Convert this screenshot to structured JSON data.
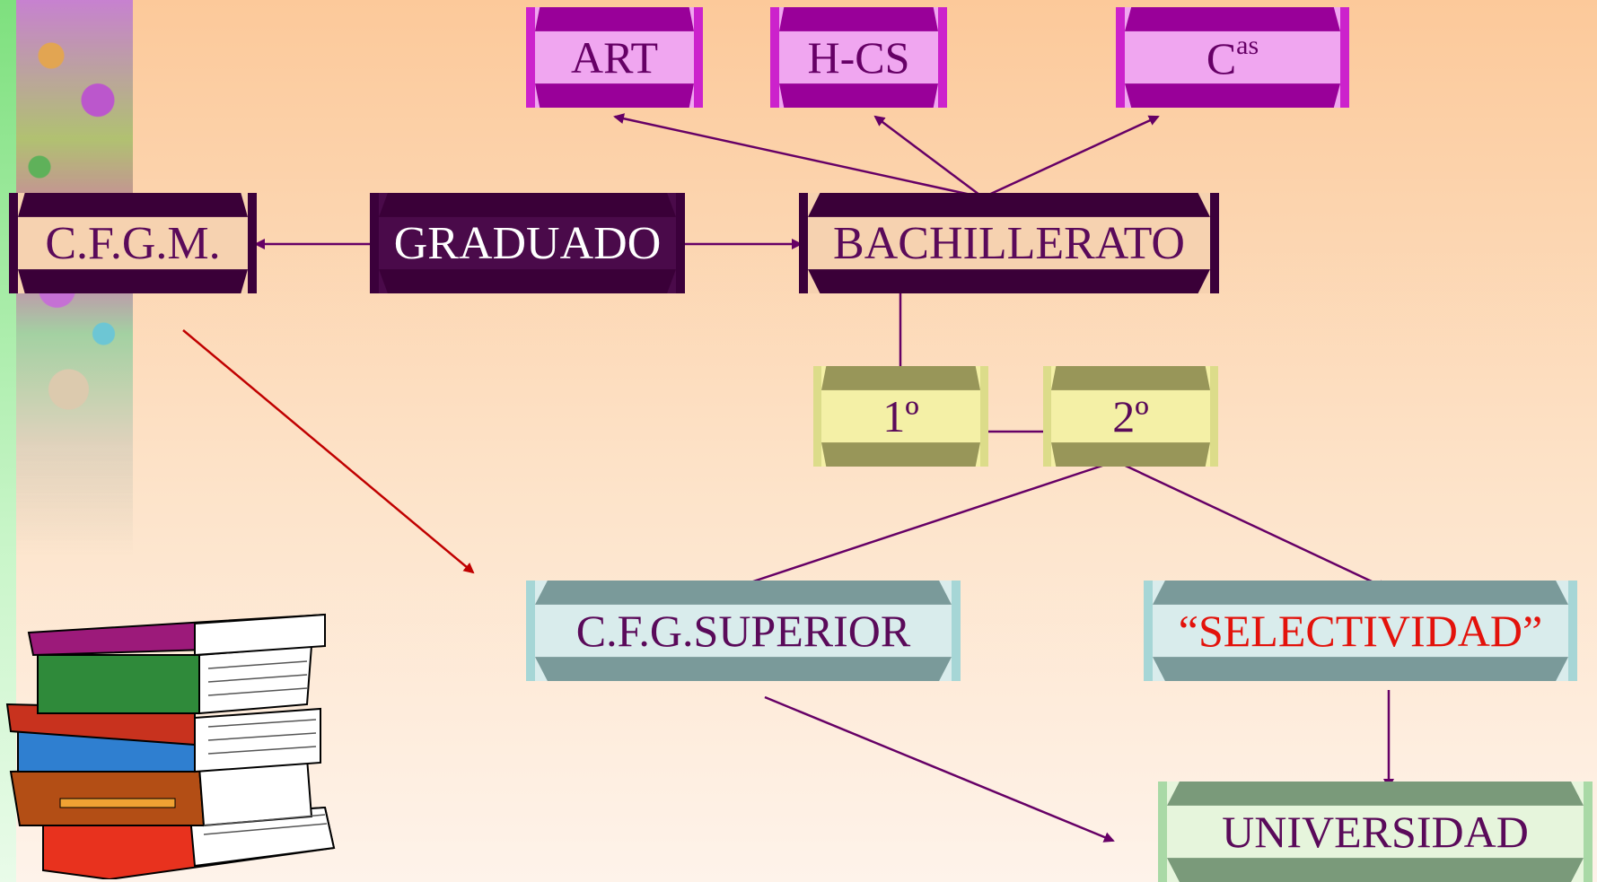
{
  "nodes": {
    "art": "ART",
    "hcs": "H-CS",
    "cas_base": "C",
    "cas_sup": "as",
    "cfgm": "C.F.G.M.",
    "graduado": "GRADUADO",
    "bachillerato": "BACHILLERATO",
    "primero": "1º",
    "segundo": "2º",
    "cfg_superior": "C.F.G.SUPERIOR",
    "selectividad": "“SELECTIVIDAD”",
    "universidad": "UNIVERSIDAD"
  },
  "colors": {
    "connector": "#660066",
    "connector_red": "#c00000",
    "selectividad_text": "#e3120b"
  }
}
